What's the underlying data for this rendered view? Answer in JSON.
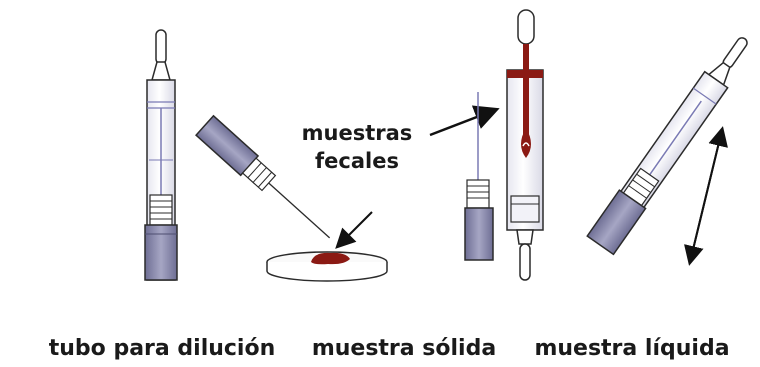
{
  "callout": {
    "line1": "muestras",
    "line2": "fecales"
  },
  "captions": {
    "dilution_tube": "tubo para dilución",
    "solid_sample": "muestra sólida",
    "liquid_sample": "muestra líquida"
  },
  "colors": {
    "tube_outline": "#2b2b2b",
    "tube_glass": "#f2f2f8",
    "tube_cap": "#8c8cae",
    "stick": "#7a7ab4",
    "sample": "#8b1a14",
    "background": "#ffffff"
  }
}
